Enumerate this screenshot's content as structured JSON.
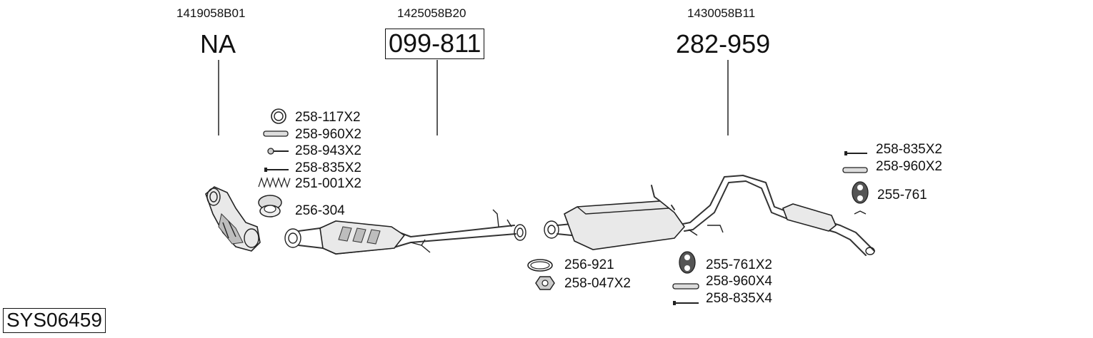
{
  "reference_numbers": [
    "1419058B01",
    "1425058B20",
    "1430058B11"
  ],
  "part_numbers": {
    "na": "NA",
    "middle": "099-811",
    "rear": "282-959"
  },
  "hardware_labels": {
    "left": [
      "258-117X2",
      "258-960X2",
      "258-943X2",
      "258-835X2",
      "251-001X2",
      "256-304"
    ],
    "middle_gaskets": [
      "256-921",
      "258-047X2"
    ],
    "mid_hangers": [
      "255-761X2",
      "258-960X4",
      "258-835X4"
    ],
    "right": [
      "258-835X2",
      "258-960X2",
      "255-761"
    ]
  },
  "system_code": "SYS06459"
}
